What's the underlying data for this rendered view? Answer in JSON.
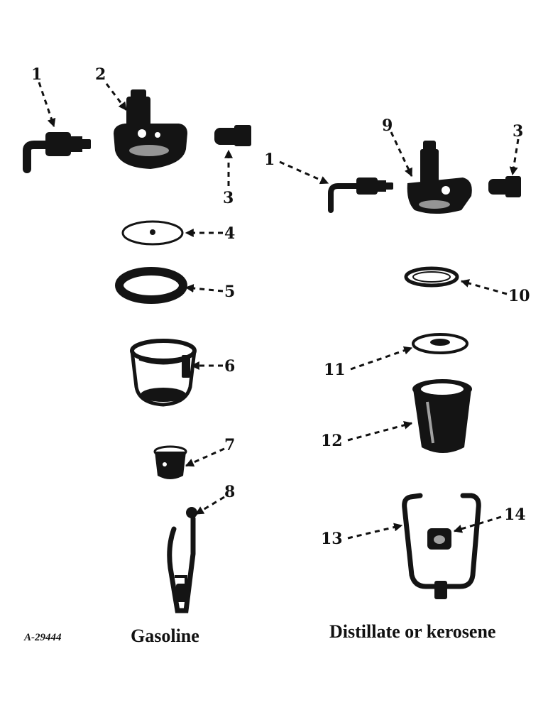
{
  "figure_code": "A-29444",
  "captions": {
    "left": "Gasoline",
    "right": "Distillate or kerosene"
  },
  "callouts": {
    "c1_left": "1",
    "c2": "2",
    "c3_left": "3",
    "c4": "4",
    "c5": "5",
    "c6": "6",
    "c7": "7",
    "c8": "8",
    "c1_right": "1",
    "c9": "9",
    "c3_right": "3",
    "c10": "10",
    "c11": "11",
    "c12": "12",
    "c13": "13",
    "c14": "14"
  }
}
